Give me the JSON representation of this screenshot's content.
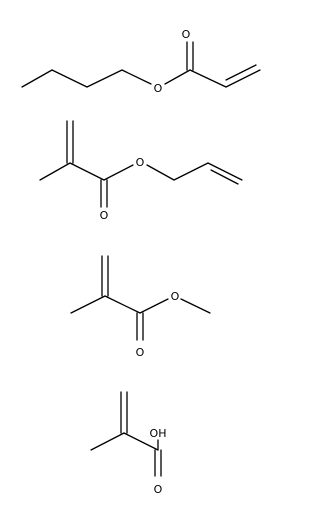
{
  "molecules": [
    {
      "id": "butyl-acrylate",
      "labels": {
        "carbonyl_o": "O",
        "ester_o": "O"
      }
    },
    {
      "id": "allyl-methacrylate",
      "labels": {
        "ester_o": "O",
        "carbonyl_o": "O"
      }
    },
    {
      "id": "methyl-methacrylate",
      "labels": {
        "ester_o": "O",
        "carbonyl_o": "O"
      }
    },
    {
      "id": "methacrylic-acid",
      "labels": {
        "hydroxyl": "OH",
        "carbonyl_o": "O"
      }
    }
  ]
}
